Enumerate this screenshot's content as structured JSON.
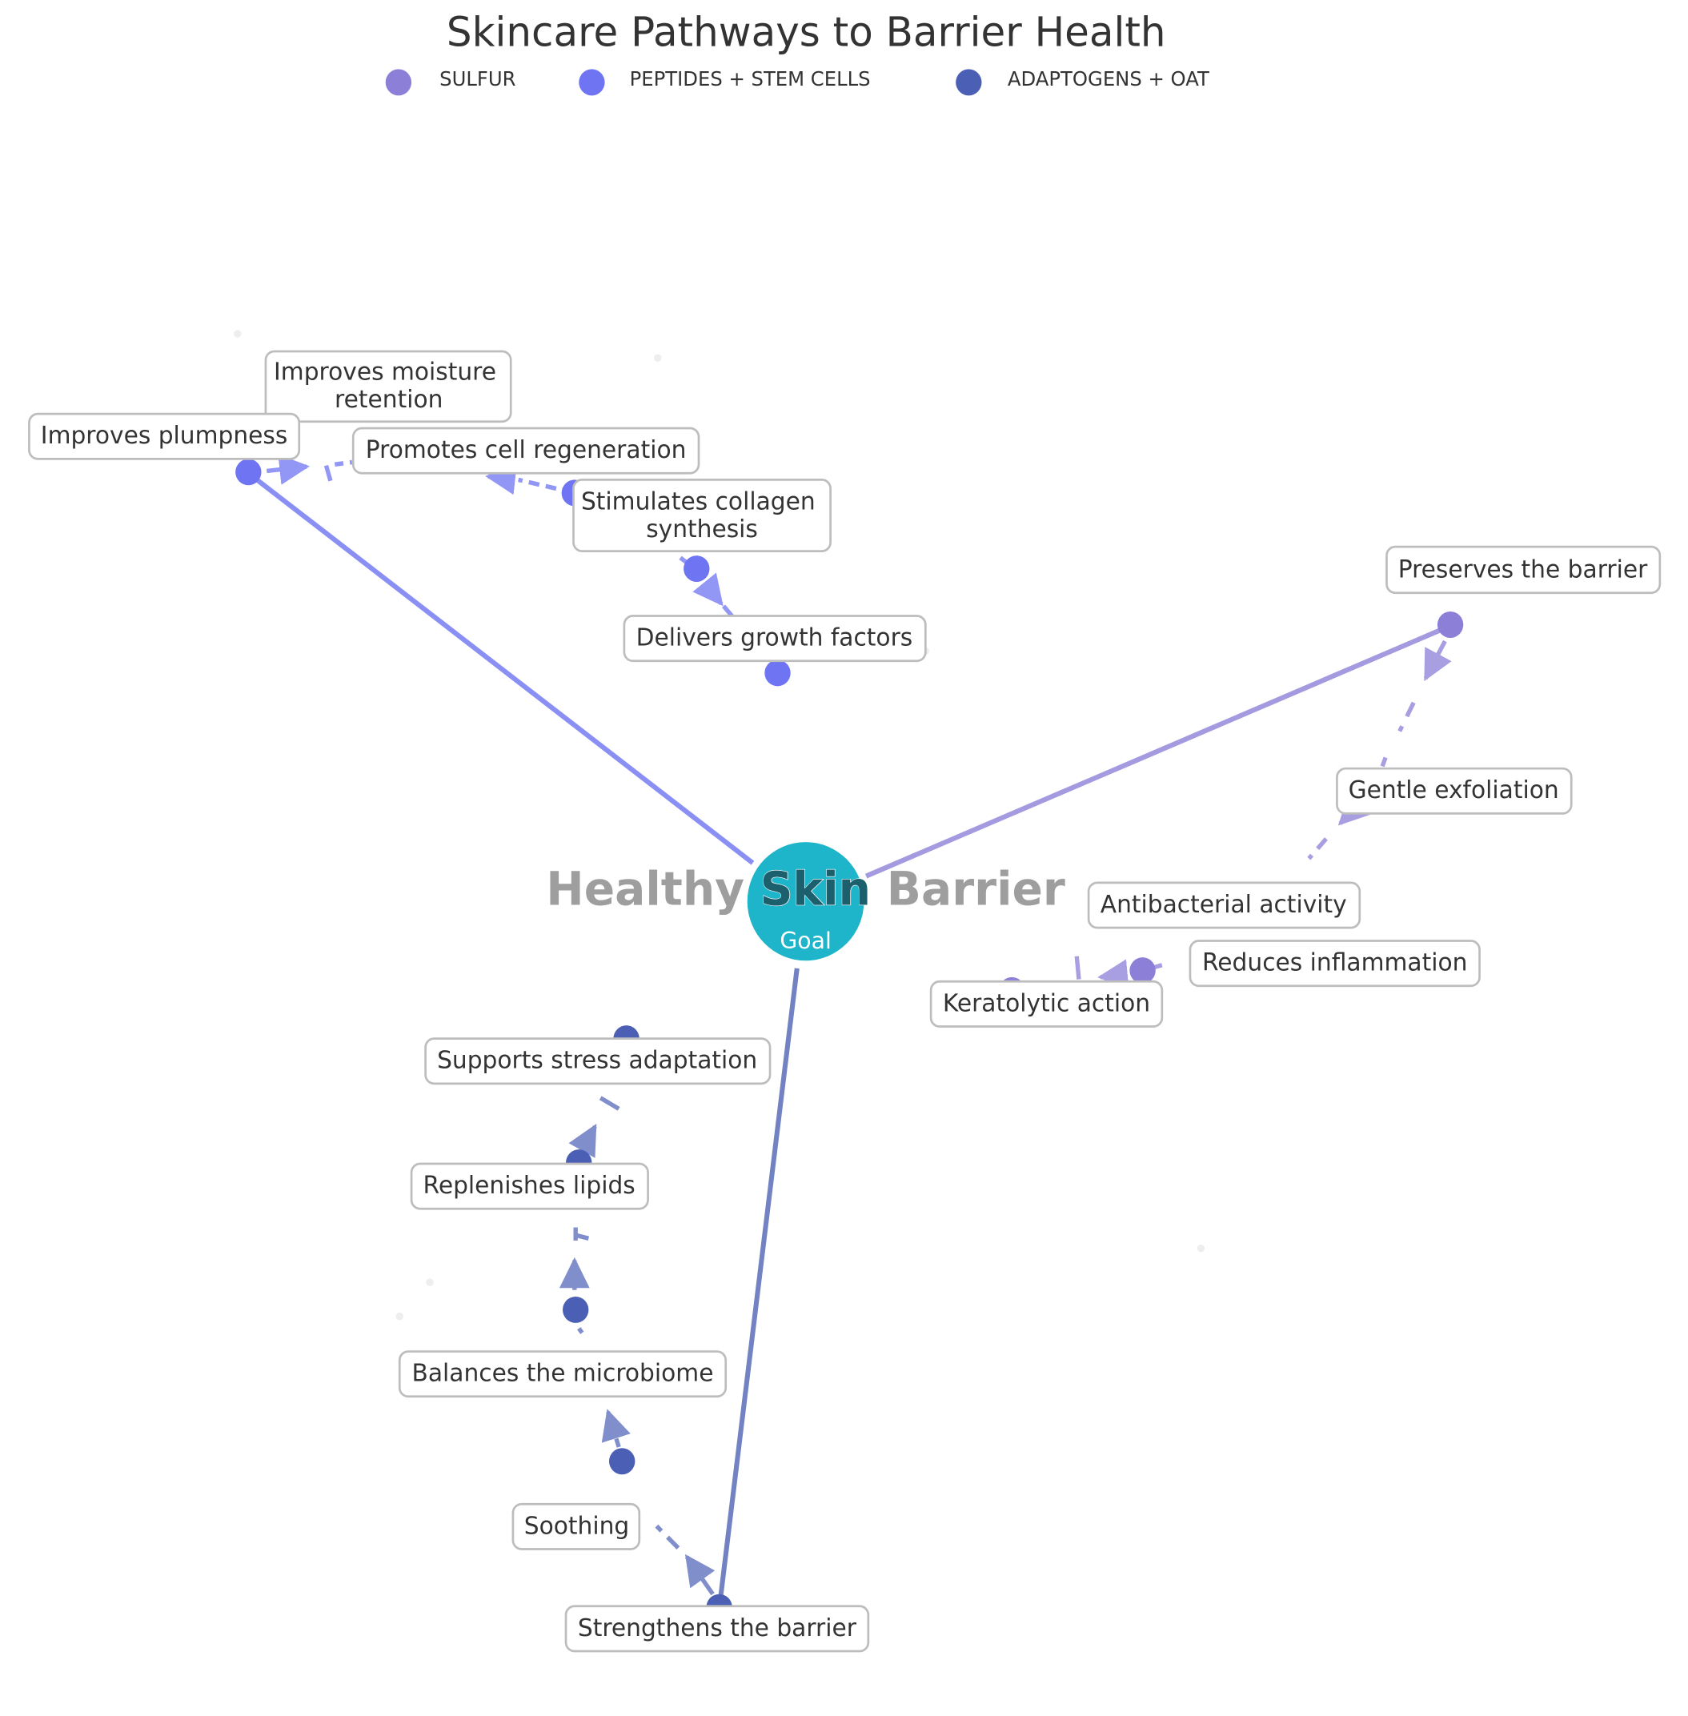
{
  "title": "Skincare Pathways to Barrier Health",
  "legend": [
    {
      "label": "SULFUR",
      "color": "#8b7fd8"
    },
    {
      "label": "PEPTIDES + STEM CELLS",
      "color": "#6e74f2"
    },
    {
      "label": "ADAPTOGENS + OAT",
      "color": "#4b5fb5"
    }
  ],
  "goal": {
    "title": "Healthy Skin Barrier",
    "core_word": "Skin",
    "subtitle": "Goal",
    "color": "#1eb4c9"
  },
  "pathways": [
    {
      "group": "SULFUR",
      "color": "#8b7fd8",
      "steps": [
        "Preserves the barrier",
        "Gentle exfoliation",
        "Antibacterial activity",
        "Reduces inflammation",
        "Keratolytic action"
      ]
    },
    {
      "group": "PEPTIDES + STEM CELLS",
      "color": "#6e74f2",
      "steps": [
        "Improves plumpness",
        "Improves moisture retention",
        "Promotes cell regeneration",
        "Stimulates collagen synthesis",
        "Delivers growth factors"
      ]
    },
    {
      "group": "ADAPTOGENS + OAT",
      "color": "#4b5fb5",
      "steps": [
        "Strengthens the barrier",
        "Soothing",
        "Balances the microbiome",
        "Replenishes lipids",
        "Supports stress adaptation"
      ]
    }
  ]
}
